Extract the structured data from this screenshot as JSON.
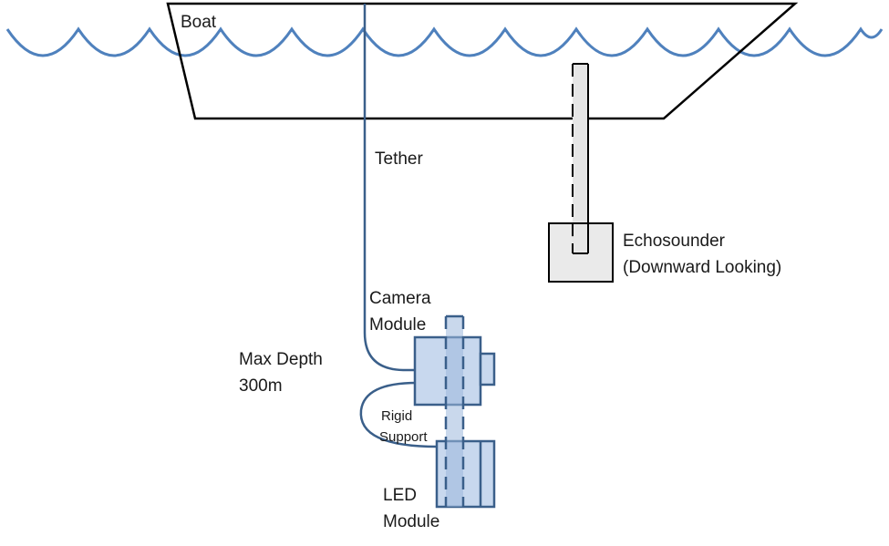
{
  "labels": {
    "boat": "Boat",
    "tether": "Tether",
    "echosounder_line1": "Echosounder",
    "echosounder_line2": "(Downward Looking)",
    "camera_line1": "Camera",
    "camera_line2": "Module",
    "max_depth_line1": "Max Depth",
    "max_depth_line2": "300m",
    "rigid_line1": "Rigid",
    "rigid_line2": "Support",
    "led_line1": "LED",
    "led_line2": "Module"
  },
  "colors": {
    "water": "#4f81bd",
    "tether": "#3a5f8a",
    "boat_outline": "#000000",
    "echosounder_fill": "#e6e6e6",
    "echosounder_stroke": "#000000",
    "module_fill": "#c8d8ee",
    "module_stroke": "#3a5f8a",
    "support_fill": "#9db8dc",
    "background": "#ffffff"
  },
  "icons": {
    "waves": "wave-line-icon",
    "boat": "boat-hull-icon",
    "echosounder": "echosounder-icon",
    "camera": "camera-module-icon",
    "led": "led-module-icon"
  }
}
